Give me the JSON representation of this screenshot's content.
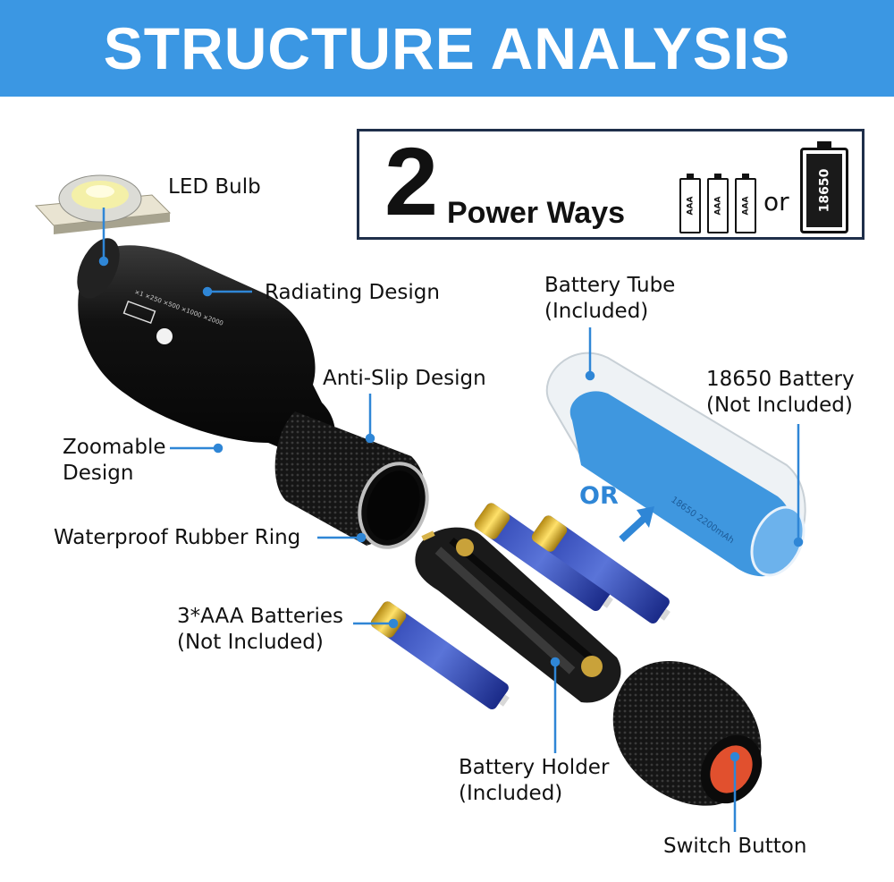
{
  "banner": {
    "title": "STRUCTURE ANALYSIS",
    "color": "#3b97e3"
  },
  "power": {
    "number": "2",
    "label": "Power Ways",
    "aaa_label": "AAA",
    "or": "or",
    "battery_label": "18650"
  },
  "labels": {
    "led_bulb": "LED Bulb",
    "radiating": "Radiating Design",
    "anti_slip": "Anti-Slip Design",
    "zoomable_1": "Zoomable",
    "zoomable_2": "Design",
    "waterproof": "Waterproof Rubber Ring",
    "aaa_1": "3*AAA Batteries",
    "aaa_2": "(Not Included)",
    "tube_1": "Battery Tube",
    "tube_2": "(Included)",
    "b18650_1": "18650 Battery",
    "b18650_2": "(Not Included)",
    "or_text": "OR",
    "holder_1": "Battery Holder",
    "holder_2": "(Included)",
    "switch": "Switch Button"
  },
  "colors": {
    "accent_blue": "#3b97e3",
    "line_blue": "#2f86d6",
    "battery_blue": "#1f3fb0",
    "tube_cell": "#3f97df"
  },
  "icons": [
    "led-bulb-icon",
    "flashlight-head-icon",
    "battery-tube-icon",
    "aaa-battery-icon",
    "battery-holder-icon",
    "tail-cap-icon",
    "arrow-icon"
  ]
}
